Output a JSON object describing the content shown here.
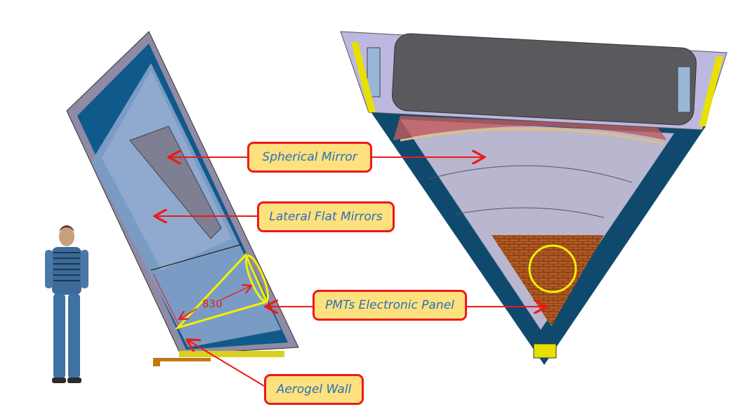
{
  "labels": {
    "spherical_mirror": "Spherical Mirror",
    "lateral_flat_mirrors": "Lateral Flat Mirrors",
    "pmts_panel": "PMTs Electronic Panel",
    "aerogel_wall": "Aerogel Wall"
  },
  "dimension": "830",
  "colors": {
    "label_fill": "#fde17e",
    "label_border": "#f01818",
    "label_text": "#2a6fb8",
    "highlight": "#f5f000"
  }
}
